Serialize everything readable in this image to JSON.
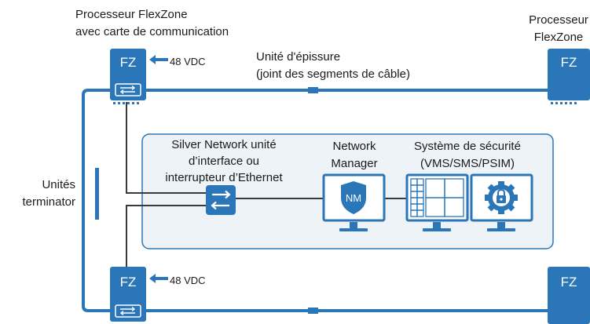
{
  "diagram": {
    "colors": {
      "blue": "#2a76b9",
      "dark": "#2b2b2b",
      "box_fill": "#eef3f8",
      "box_border": "#2a76b9"
    },
    "processor_top_left": {
      "label_line1": "Processeur FlexZone",
      "label_line2": "avec carte de communication",
      "badge": "FZ",
      "power": "48 VDC"
    },
    "processor_top_right": {
      "label_line1": "Processeur",
      "label_line2": "FlexZone",
      "badge": "FZ"
    },
    "processor_bottom_left": {
      "badge": "FZ",
      "power": "48 VDC"
    },
    "processor_bottom_right": {
      "badge": "FZ"
    },
    "splice": {
      "line1": "Unité d'épissure",
      "line2": "(joint des segments de câble)"
    },
    "terminator": {
      "line1": "Unités",
      "line2": "terminator"
    },
    "interface_unit": {
      "line1": "Silver Network unité",
      "line2": "d’interface ou",
      "line3": "interrupteur d’Ethernet",
      "icon": "switch-arrows-icon"
    },
    "network_manager": {
      "line1": "Network",
      "line2": "Manager",
      "badge": "NM"
    },
    "security_system": {
      "line1": "Système de sécurité",
      "line2": "(VMS/SMS/PSIM)",
      "icon": "lock-gear-icon"
    }
  }
}
